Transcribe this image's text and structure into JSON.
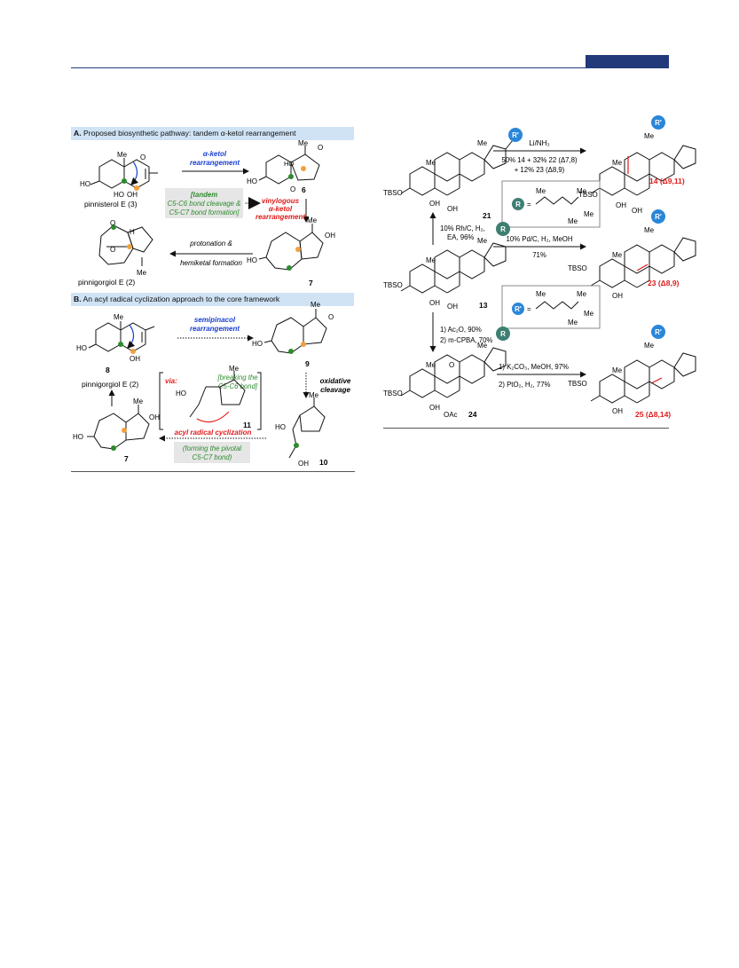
{
  "panel_a": {
    "letter": "A.",
    "title": "Proposed biosynthetic pathway: tandem α-ketol rearrangement",
    "arrow1_l1": "α-ketol",
    "arrow1_l2": "rearrangement",
    "box_l1": "[tandem",
    "box_l2": "C5-C6 bond cleavage &",
    "box_l3": "C5-C7 bond formation]",
    "arrow2_l1": "vinylogous",
    "arrow2_l2": "α-ketol",
    "arrow2_l3": "rearrangement",
    "arrow3_l1": "protonation &",
    "arrow3_l2": "hemiketal formation",
    "cmpd3": "pinnisterol E (3)",
    "cmpd6": "6",
    "cmpd7": "7",
    "cmpd2": "pinnigorgiol E (2)"
  },
  "panel_b": {
    "letter": "B.",
    "title": "An acyl radical cyclization approach to the core framework",
    "arrow1_l1": "semipinacol",
    "arrow1_l2": "rearrangement",
    "cmpd8": "8",
    "cmpd9": "9",
    "cmpd10": "10",
    "cmpd11": "11",
    "cmpd7": "7",
    "cmpd2": "pinnigorgiol E (2)",
    "bracket_break_l1": "[breaking the",
    "bracket_break_l2": "C5-C6 bond]",
    "arrow2_l1": "oxidative",
    "arrow2_l2": "cleavage",
    "via": "via:",
    "arrow3": "acyl radical cyclization",
    "form_l1": "(forming the pivotal",
    "form_l2": "C5-C7 bond)"
  },
  "right": {
    "top_reagent": "Li/NH₃",
    "top_yield_l1": "50% 14 + 32% 22 (Δ7,8)",
    "top_yield_l2": "+ 12% 23 (Δ8,9)",
    "cmpd21": "21",
    "cmpd13": "13",
    "cmpd14": "14 (Δ9,11)",
    "cmpd23": "23 (Δ8,9)",
    "cmpd24": "24",
    "cmpd25": "25 (Δ8,14)",
    "up_reagent_l1": "10% Rh/C, H₂,",
    "up_reagent_l2": "EA, 96%",
    "mid_reagent": "10% Pd/C, H₂, MeOH",
    "mid_yield": "71%",
    "down_reagent_l1": "1) Ac₂O, 90%",
    "down_reagent_l2": "2) m-CPBA, 70%",
    "bot_reagent_l1": "1) K₂CO₃, MeOH, 97%",
    "bot_reagent_l2": "2) PtO₂, H₂, 77%",
    "R_label": "R",
    "Rp_label": "R'",
    "me": "Me",
    "tbso": "TBSO",
    "eq": "="
  },
  "colors": {
    "header_bg": "#cfe3f5",
    "blue": "#1a3fd1",
    "red": "#e01a1a",
    "green": "#2e8b2e",
    "teal": "#3e7f74",
    "rprime": "#2a86d9",
    "orange": "#f0a040"
  }
}
